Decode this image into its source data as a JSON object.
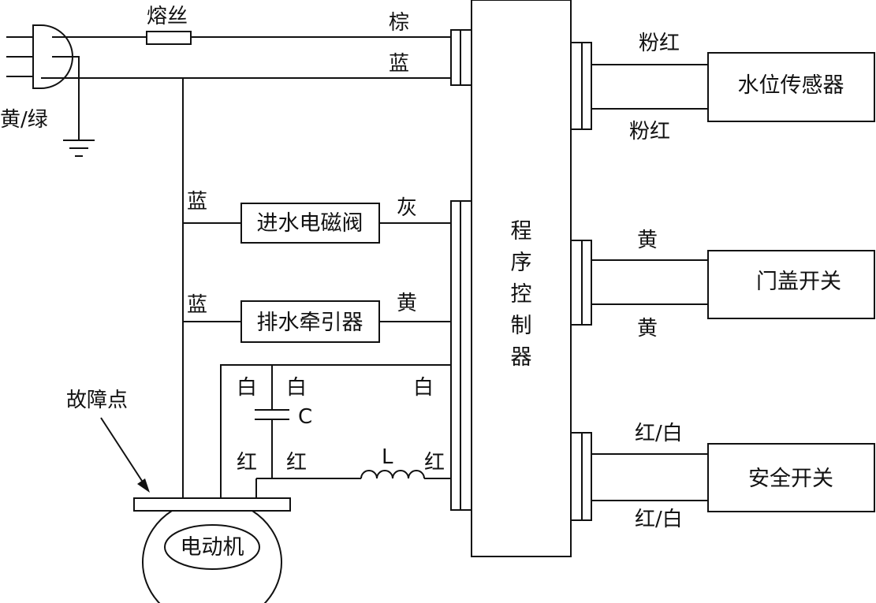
{
  "labels": {
    "fuse": "熔丝",
    "wire_brown": "棕",
    "wire_blue_top": "蓝",
    "ground": "黄/绿",
    "wire_blue_valve": "蓝",
    "wire_grey": "灰",
    "wire_blue_drain": "蓝",
    "wire_yellow_drain": "黄",
    "wire_white_left": "白",
    "wire_white_mid": "白",
    "wire_white_right": "白",
    "capacitor": "C",
    "wire_red_left": "红",
    "wire_red_mid": "红",
    "inductor": "L",
    "wire_red_right": "红",
    "fault_point": "故障点",
    "wire_pink_top": "粉红",
    "wire_pink_bottom": "粉红",
    "wire_yellow_lid_top": "黄",
    "wire_yellow_lid_bottom": "黄",
    "wire_redwhite_top": "红/白",
    "wire_redwhite_bottom": "红/白"
  },
  "components": {
    "inlet_valve": "进水电磁阀",
    "drain_tractor": "排水牵引器",
    "motor": "电动机",
    "water_sensor": "水位传感器",
    "lid_switch": "门盖开关",
    "safety_switch": "安全开关",
    "controller": [
      "程",
      "序",
      "控",
      "制",
      "器"
    ]
  }
}
